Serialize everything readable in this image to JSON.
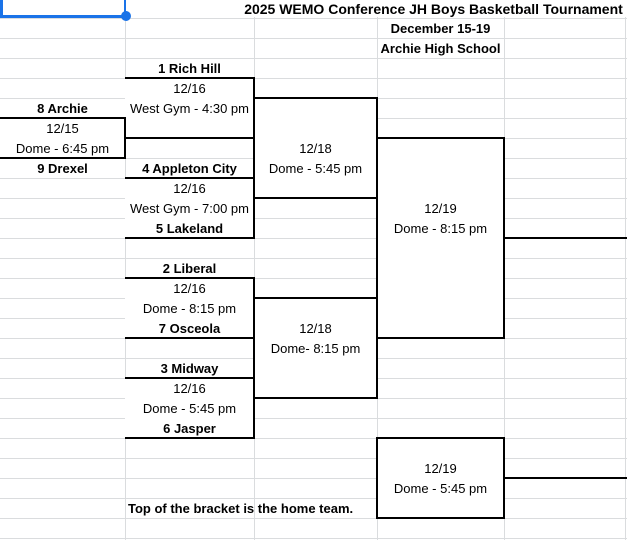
{
  "sheet": {
    "title": "2025 WEMO Conference JH Boys Basketball Tournament",
    "subtitle_dates": "December 15-19",
    "subtitle_location": "Archie High School",
    "footnote": "Top of the bracket is the home team."
  },
  "colors": {
    "selection": "#1a73e8",
    "gridline": "#dadcde",
    "bracket_line": "#000000",
    "background": "#ffffff",
    "text": "#000000"
  },
  "bracket": {
    "play_in": {
      "top_team": "8 Archie",
      "bottom_team": "9 Drexel",
      "date": "12/15",
      "venue_time": "Dome - 6:45 pm"
    },
    "quarterfinals": [
      {
        "top_team": "1 Rich Hill",
        "date": "12/16",
        "venue_time": "West Gym - 4:30 pm"
      },
      {
        "top_team": "4 Appleton City",
        "bottom_team": "5 Lakeland",
        "date": "12/16",
        "venue_time": "West Gym - 7:00 pm"
      },
      {
        "top_team": "2 Liberal",
        "bottom_team": "7 Osceola",
        "date": "12/16",
        "venue_time": "Dome - 8:15 pm"
      },
      {
        "top_team": "3 Midway",
        "bottom_team": "6 Jasper",
        "date": "12/16",
        "venue_time": "Dome - 5:45 pm"
      }
    ],
    "semifinals": [
      {
        "date": "12/18",
        "venue_time": "Dome - 5:45 pm"
      },
      {
        "date": "12/18",
        "venue_time": "Dome- 8:15 pm"
      }
    ],
    "championship": {
      "date": "12/19",
      "venue_time": "Dome - 8:15 pm"
    },
    "consolation": {
      "date": "12/19",
      "venue_time": "Dome - 5:45 pm"
    }
  }
}
